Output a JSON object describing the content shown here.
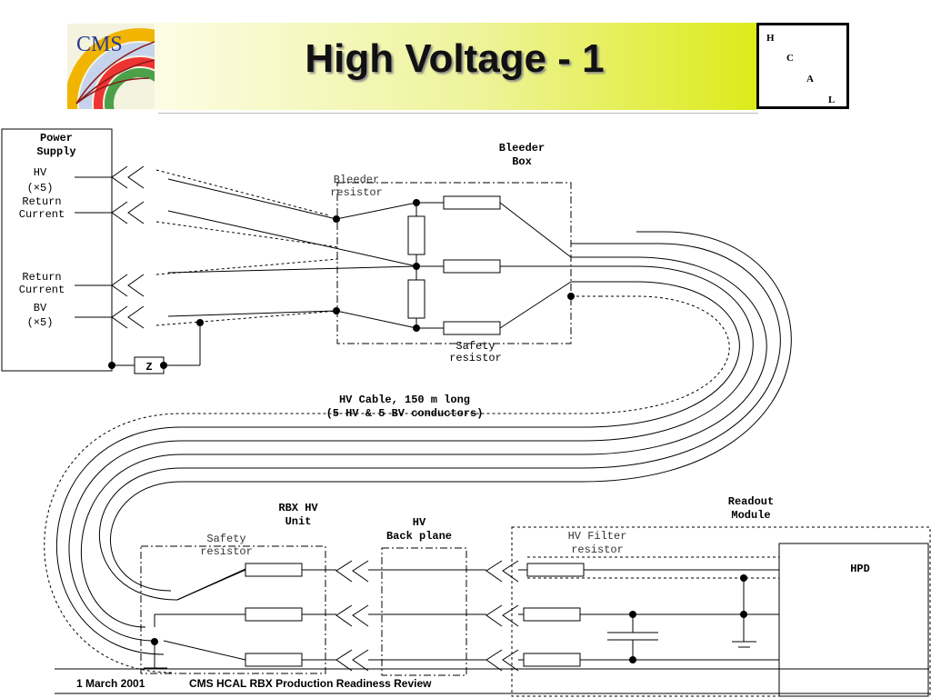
{
  "header": {
    "title": "High Voltage - 1",
    "logo_text": "CMS",
    "hcal_letters": [
      "H",
      "C",
      "A",
      "L"
    ]
  },
  "diagram": {
    "power_supply": {
      "title_line1": "Power",
      "title_line2": "Supply"
    },
    "hv_label": "HV",
    "hv_count": "(×5)",
    "return_current_1": {
      "line1": "Return",
      "line2": "Current"
    },
    "return_current_2": {
      "line1": "Return",
      "line2": "Current"
    },
    "bv_label": "BV",
    "bv_count": "(×5)",
    "z_label": "Z",
    "bleeder_box": {
      "line1": "Bleeder",
      "line2": "Box"
    },
    "bleeder_resistor": {
      "line1": "Bleeder",
      "line2": "resistor"
    },
    "safety_resistor_top": {
      "line1": "Safety",
      "line2": "resistor"
    },
    "hv_cable": {
      "line1": "HV Cable, 150 m long",
      "line2": "(5 HV & 5 BV conductors)"
    },
    "rbx_hv_unit": {
      "line1": "RBX HV",
      "line2": "Unit"
    },
    "hv_back_plane": {
      "line1": "HV",
      "line2": "Back plane"
    },
    "readout_module": {
      "line1": "Readout",
      "line2": "Module"
    },
    "safety_resistor_bottom": {
      "line1": "Safety",
      "line2": "resistor"
    },
    "hv_filter_resistor": {
      "line1": "HV Filter",
      "line2": "resistor"
    },
    "hpd_label": "HPD"
  },
  "footer": {
    "date": "1 March 2001",
    "title": "CMS HCAL RBX Production Readiness Review"
  }
}
